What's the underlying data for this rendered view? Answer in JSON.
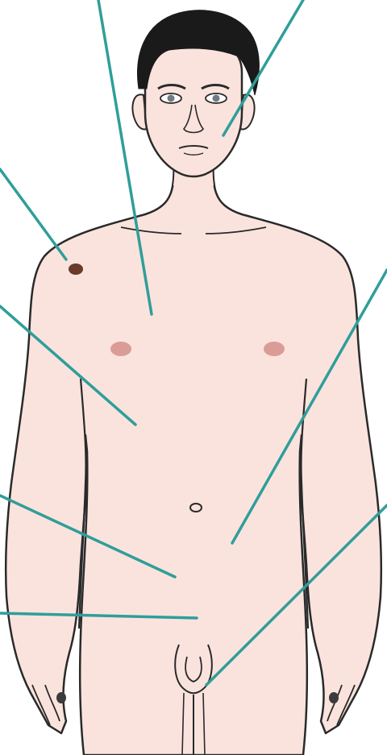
{
  "figure": {
    "colors": {
      "background": "#ffffff",
      "skin": "#fbe3dd",
      "outline": "#2a2a2a",
      "hair": "#1a1a1a",
      "pointer": "#2f9e9a",
      "areola": "#d58f8c",
      "mole": "#6b3a2a",
      "eye_iris": "#6f7b80"
    },
    "pointer_lines": [
      {
        "id": "pointer-top-center",
        "target": "upper-chest"
      },
      {
        "id": "pointer-top-right",
        "target": "cheek"
      },
      {
        "id": "pointer-left-shoulder",
        "target": "shoulder-mole"
      },
      {
        "id": "pointer-left-chest",
        "target": "lower-chest"
      },
      {
        "id": "pointer-right-abdomen",
        "target": "abdomen"
      },
      {
        "id": "pointer-left-groin",
        "target": "lower-abdomen"
      },
      {
        "id": "pointer-left-pubic",
        "target": "pubic-area"
      },
      {
        "id": "pointer-right-genital",
        "target": "genitals"
      }
    ]
  }
}
